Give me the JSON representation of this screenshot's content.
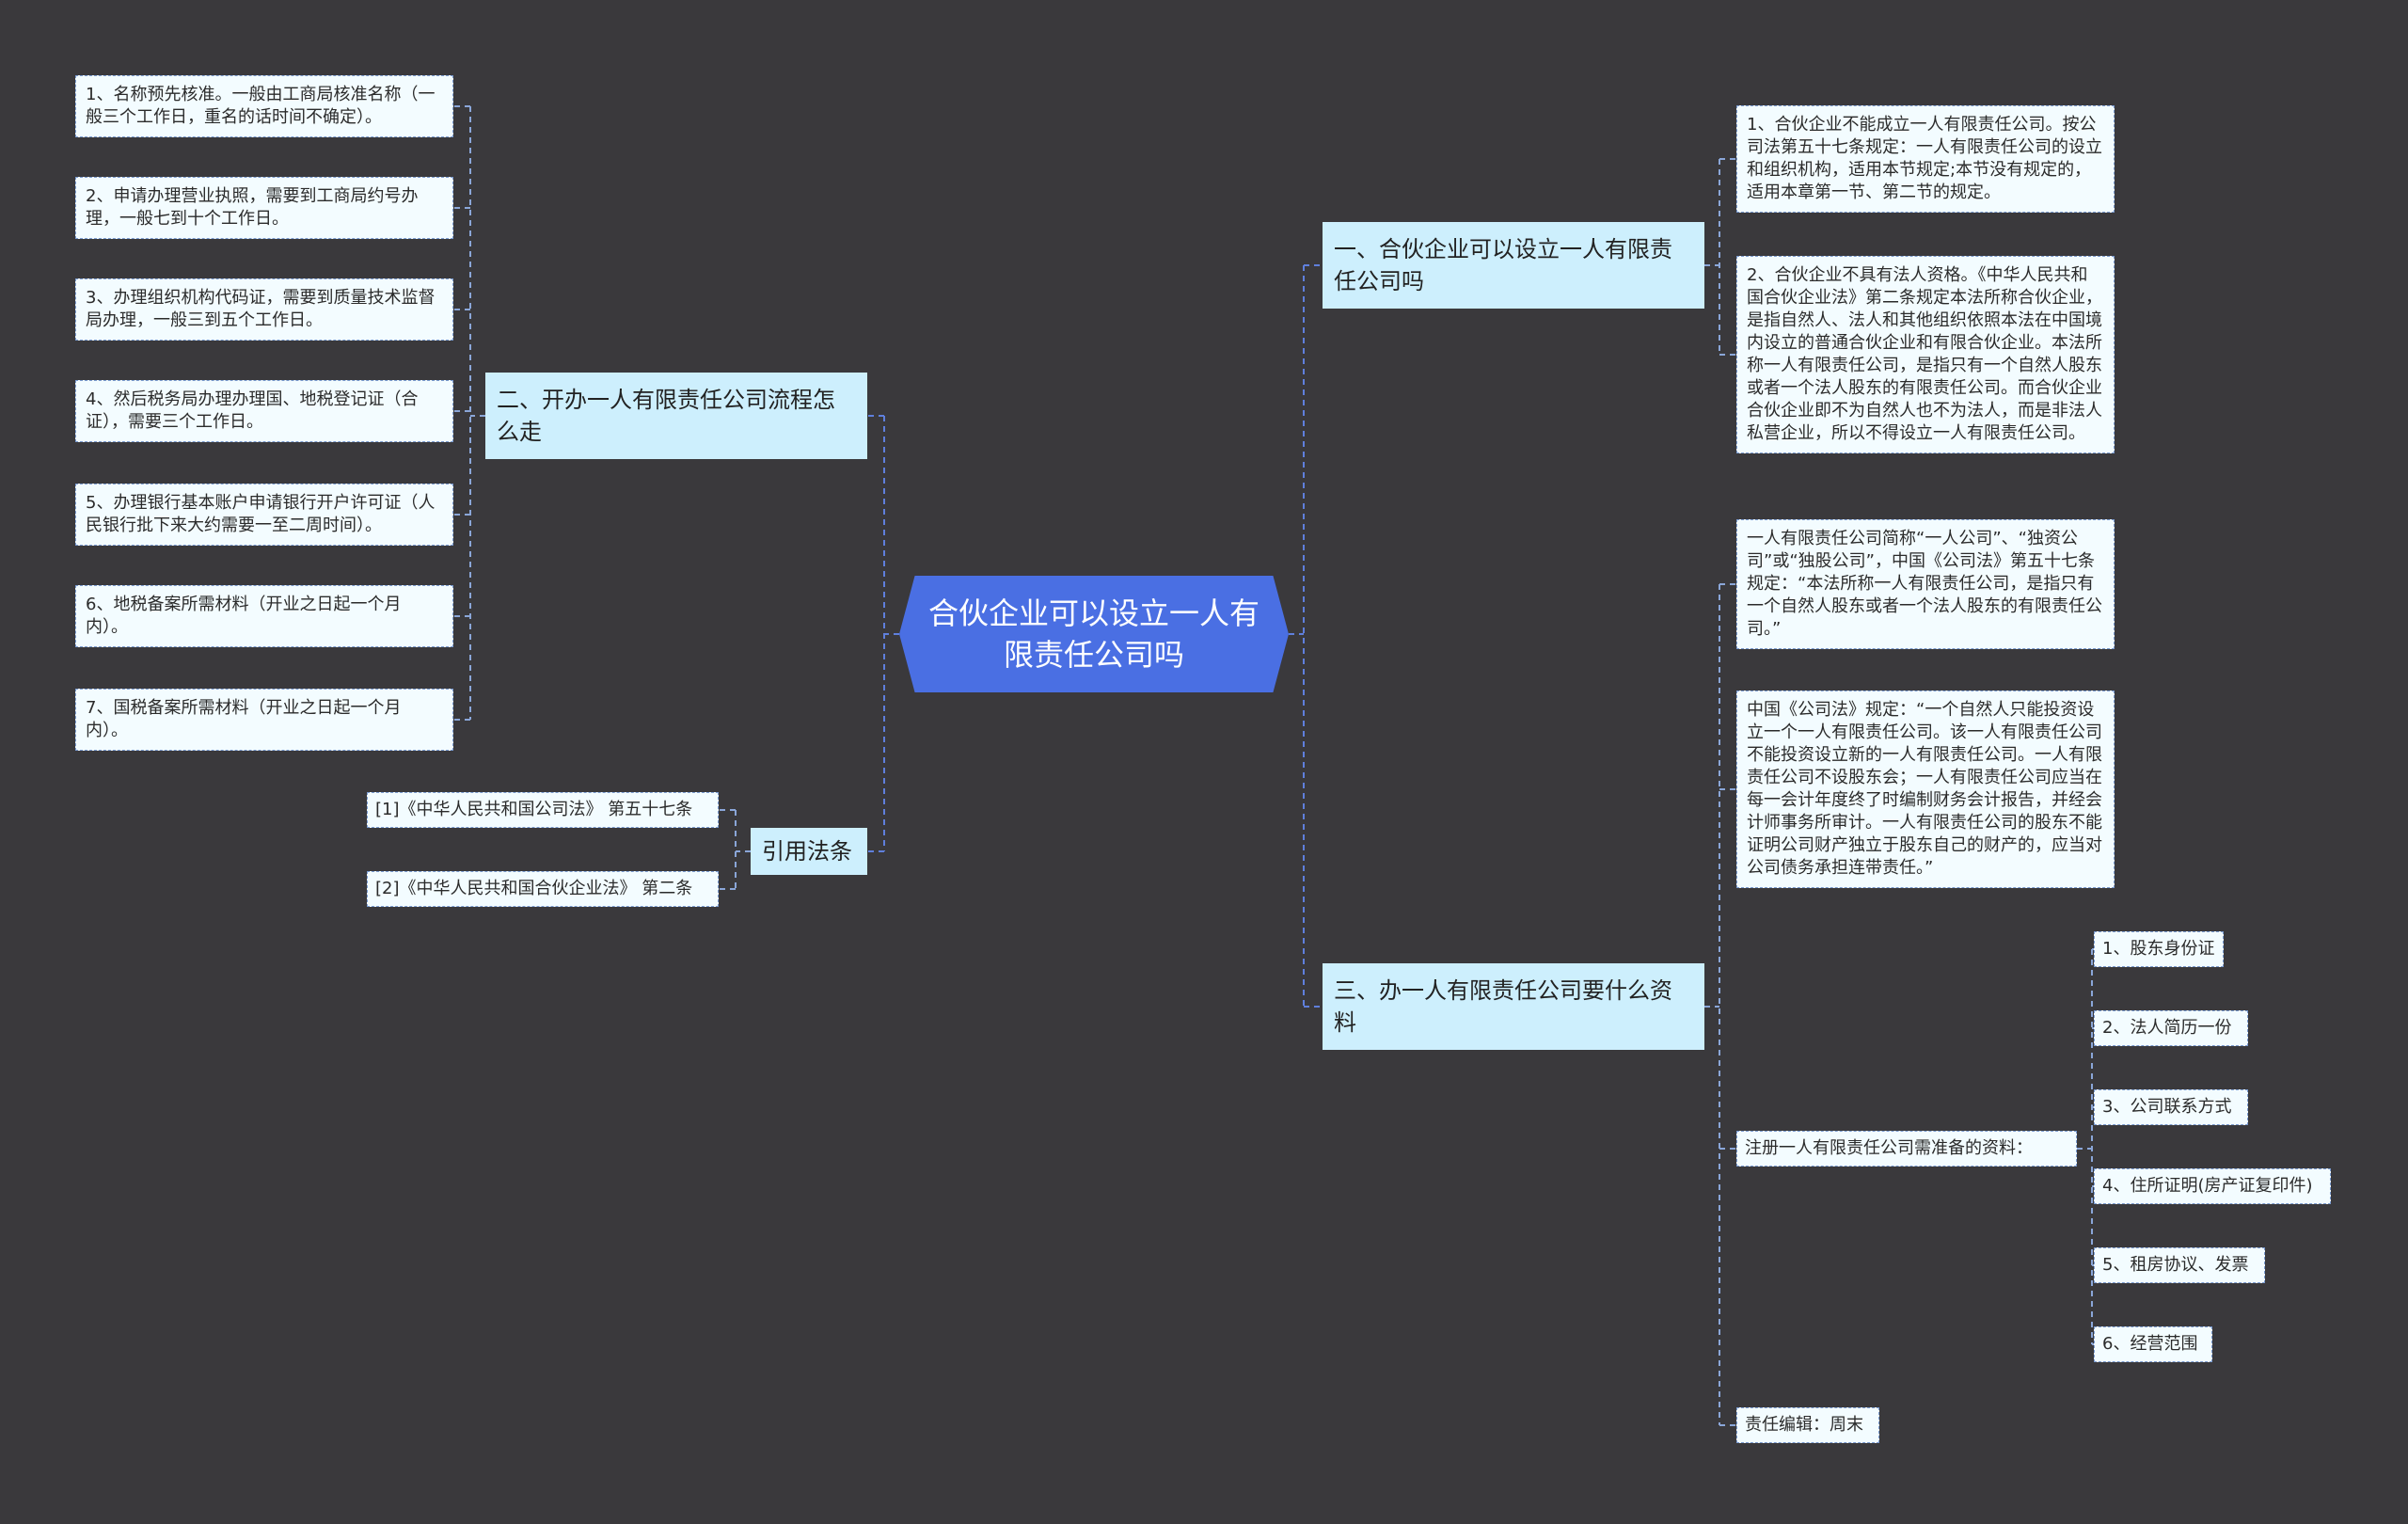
{
  "root": {
    "title": "合伙企业可以设立一人有限责任公司吗"
  },
  "left": {
    "b2": {
      "label": "二、开办一人有限责任公司流程怎么走",
      "items": [
        "1、名称预先核准。一般由工商局核准名称（一般三个工作日，重名的话时间不确定）。",
        "2、申请办理营业执照，需要到工商局约号办理，一般七到十个工作日。",
        "3、办理组织机构代码证，需要到质量技术监督局办理，一般三到五个工作日。",
        "4、然后税务局办理办理国、地税登记证（合证），需要三个工作日。",
        "5、办理银行基本账户申请银行开户许可证（人民银行批下来大约需要一至二周时间）。",
        "6、地税备案所需材料（开业之日起一个月内）。",
        "7、国税备案所需材料（开业之日起一个月内）。"
      ]
    },
    "ref": {
      "label": "引用法条",
      "items": [
        "[1]《中华人民共和国公司法》 第五十七条",
        "[2]《中华人民共和国合伙企业法》 第二条"
      ]
    }
  },
  "right": {
    "b1": {
      "label": "一、合伙企业可以设立一人有限责任公司吗",
      "items": [
        "1、合伙企业不能成立一人有限责任公司。按公司法第五十七条规定：一人有限责任公司的设立和组织机构，适用本节规定;本节没有规定的，适用本章第一节、第二节的规定。",
        "2、合伙企业不具有法人资格。《中华人民共和国合伙企业法》第二条规定本法所称合伙企业，是指自然人、法人和其他组织依照本法在中国境内设立的普通合伙企业和有限合伙企业。本法所称一人有限责任公司，是指只有一个自然人股东或者一个法人股东的有限责任公司。而合伙企业合伙企业即不为自然人也不为法人，而是非法人私营企业，所以不得设立一人有限责任公司。"
      ]
    },
    "b3": {
      "label": "三、办一人有限责任公司要什么资料",
      "items": [
        "一人有限责任公司简称“一人公司”、“独资公司”或“独股公司”，中国《公司法》第五十七条规定：“本法所称一人有限责任公司，是指只有一个自然人股东或者一个法人股东的有限责任公司。”",
        "中国《公司法》规定：“一个自然人只能投资设立一个一人有限责任公司。该一人有限责任公司不能投资设立新的一人有限责任公司。一人有限责任公司不设股东会；一人有限责任公司应当在每一会计年度终了时编制财务会计报告，并经会计师事务所审计。一人有限责任公司的股东不能证明公司财产独立于股东自己的财产的，应当对公司债务承担连带责任。”",
        "注册一人有限责任公司需准备的资料：",
        "责任编辑：周末"
      ],
      "materials": [
        "1、股东身份证",
        "2、法人简历一份",
        "3、公司联系方式",
        "4、住所证明(房产证复印件)",
        "5、租房协议、发票",
        "6、经营范围"
      ]
    }
  }
}
